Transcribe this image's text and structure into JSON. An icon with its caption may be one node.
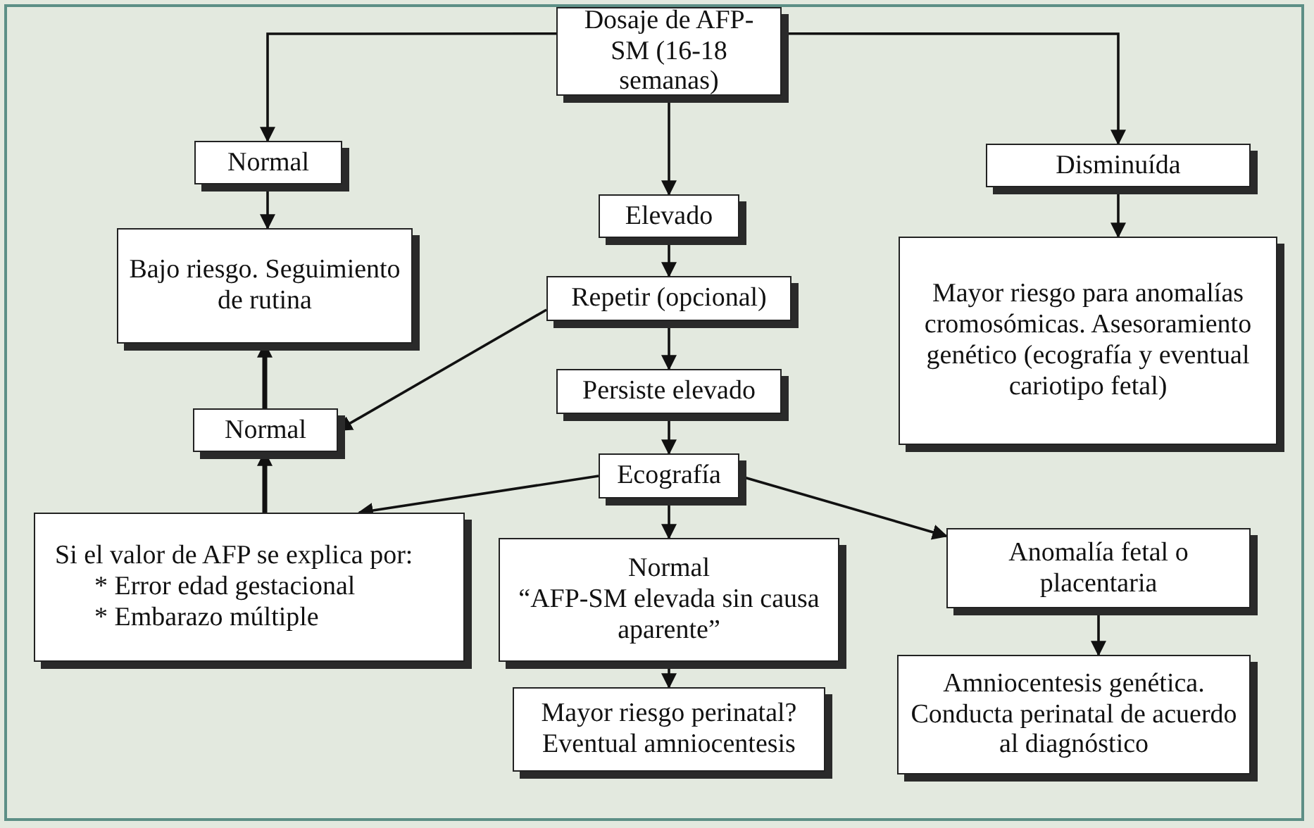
{
  "diagram": {
    "nodes": [
      {
        "text": [
          "Dosaje de AFP-SM (16-18 semanas)"
        ]
      },
      {
        "text": [
          "Normal"
        ]
      },
      {
        "text": [
          "Elevado"
        ]
      },
      {
        "text": [
          "Disminuída"
        ]
      },
      {
        "text": [
          "Bajo riesgo. Seguimiento de rutina"
        ]
      },
      {
        "text": [
          "Repetir (opcional)"
        ]
      },
      {
        "text": [
          "Mayor riesgo para anomalías cromosómicas. Asesoramiento genético (ecografía y eventual cariotipo fetal)"
        ]
      },
      {
        "text": [
          "Normal"
        ]
      },
      {
        "text": [
          "Persiste elevado"
        ]
      },
      {
        "text": [
          "Ecografía"
        ]
      },
      {
        "text": [
          "Si el valor de AFP se explica por:",
          "* Error edad gestacional",
          "* Embarazo múltiple"
        ]
      },
      {
        "text": [
          "Normal",
          "“AFP-SM elevada sin causa aparente”"
        ]
      },
      {
        "text": [
          "Anomalía fetal o placentaria"
        ]
      },
      {
        "text": [
          "Mayor riesgo perinatal? Eventual amniocentesis"
        ]
      },
      {
        "text": [
          "Amniocentesis genética. Conducta perinatal de acuerdo al diagnóstico"
        ]
      }
    ],
    "edges": [
      {
        "from": 0,
        "to": 1,
        "arrow": "to"
      },
      {
        "from": 0,
        "to": 2,
        "arrow": "to"
      },
      {
        "from": 0,
        "to": 3,
        "arrow": "to"
      },
      {
        "from": 1,
        "to": 4,
        "arrow": "to"
      },
      {
        "from": 2,
        "to": 5,
        "arrow": "to"
      },
      {
        "from": 3,
        "to": 6,
        "arrow": "to"
      },
      {
        "from": 5,
        "to": 7,
        "arrow": "to"
      },
      {
        "from": 5,
        "to": 8,
        "arrow": "to"
      },
      {
        "from": 7,
        "to": 4,
        "arrow": "to",
        "style": "thick"
      },
      {
        "from": 8,
        "to": 9,
        "arrow": "to"
      },
      {
        "from": 9,
        "to": 10,
        "arrow": "to"
      },
      {
        "from": 9,
        "to": 11,
        "arrow": "to"
      },
      {
        "from": 9,
        "to": 12,
        "arrow": "to"
      },
      {
        "from": 10,
        "to": 7,
        "arrow": "to",
        "style": "thick"
      },
      {
        "from": 11,
        "to": 13,
        "arrow": "to"
      },
      {
        "from": 12,
        "to": 14,
        "arrow": "to"
      }
    ]
  }
}
